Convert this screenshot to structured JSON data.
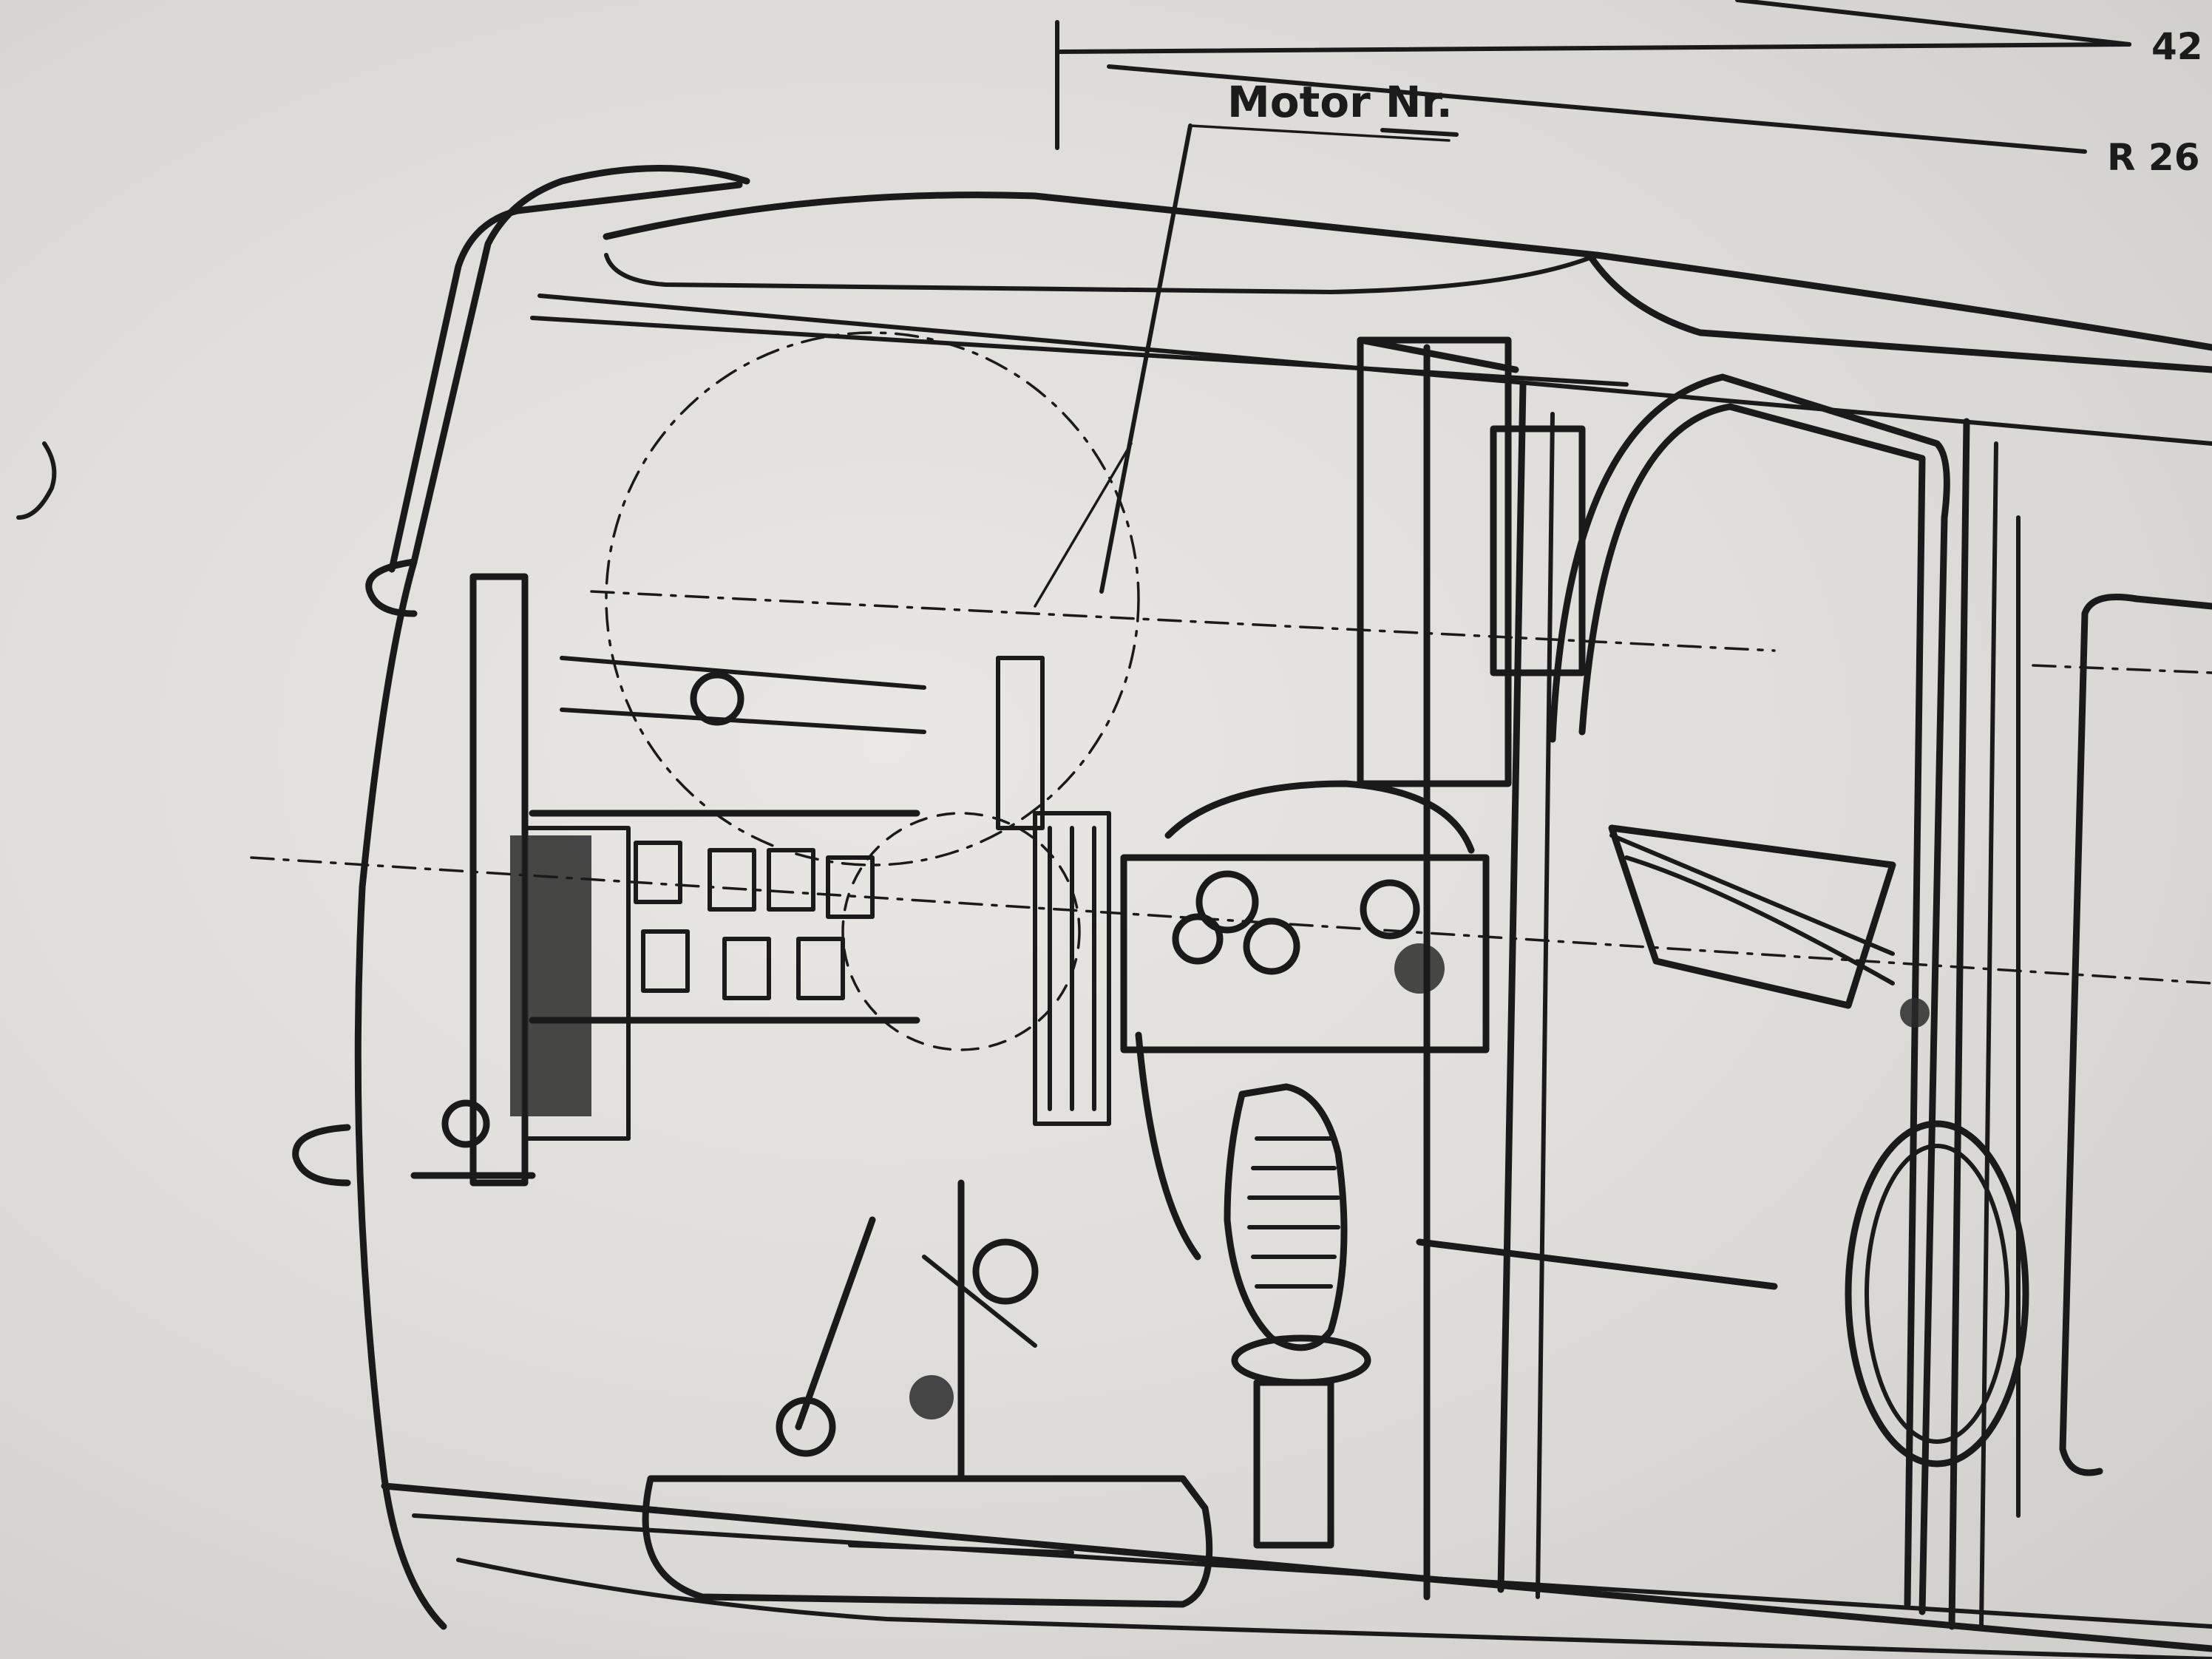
{
  "drawing": {
    "labels": {
      "motor_nr": "Motor Nr.",
      "dim_top": "42",
      "dim_radius": "R 26"
    }
  }
}
